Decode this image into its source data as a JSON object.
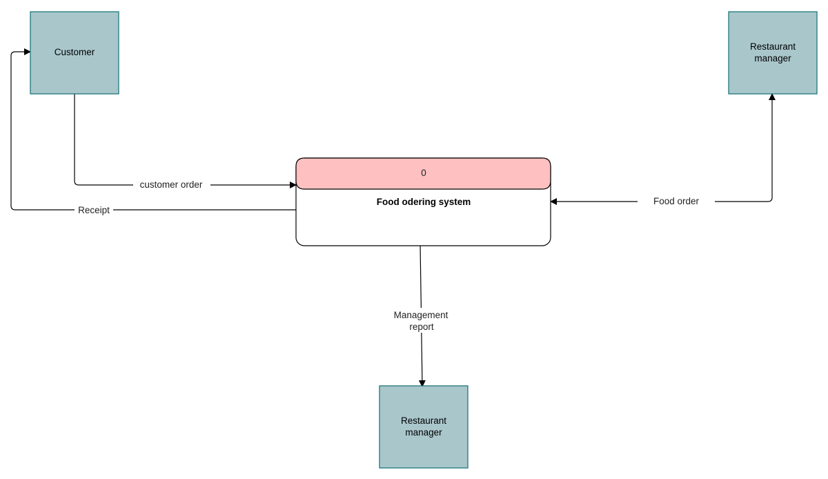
{
  "entities": {
    "customer": {
      "label": "Customer"
    },
    "manager_top": {
      "line1": "Restaurant",
      "line2": "manager"
    },
    "manager_bottom": {
      "line1": "Restaurant",
      "line2": "manager"
    }
  },
  "process": {
    "id": "0",
    "name": "Food odering system",
    "header_color": "#fec0c0"
  },
  "flows": {
    "customer_order": "customer order",
    "receipt": "Receipt",
    "food_order": "Food order",
    "management_report": {
      "line1": "Management",
      "line2": "report"
    }
  },
  "colors": {
    "entity_fill": "#a9c6cb",
    "entity_stroke": "#0e6f73"
  }
}
